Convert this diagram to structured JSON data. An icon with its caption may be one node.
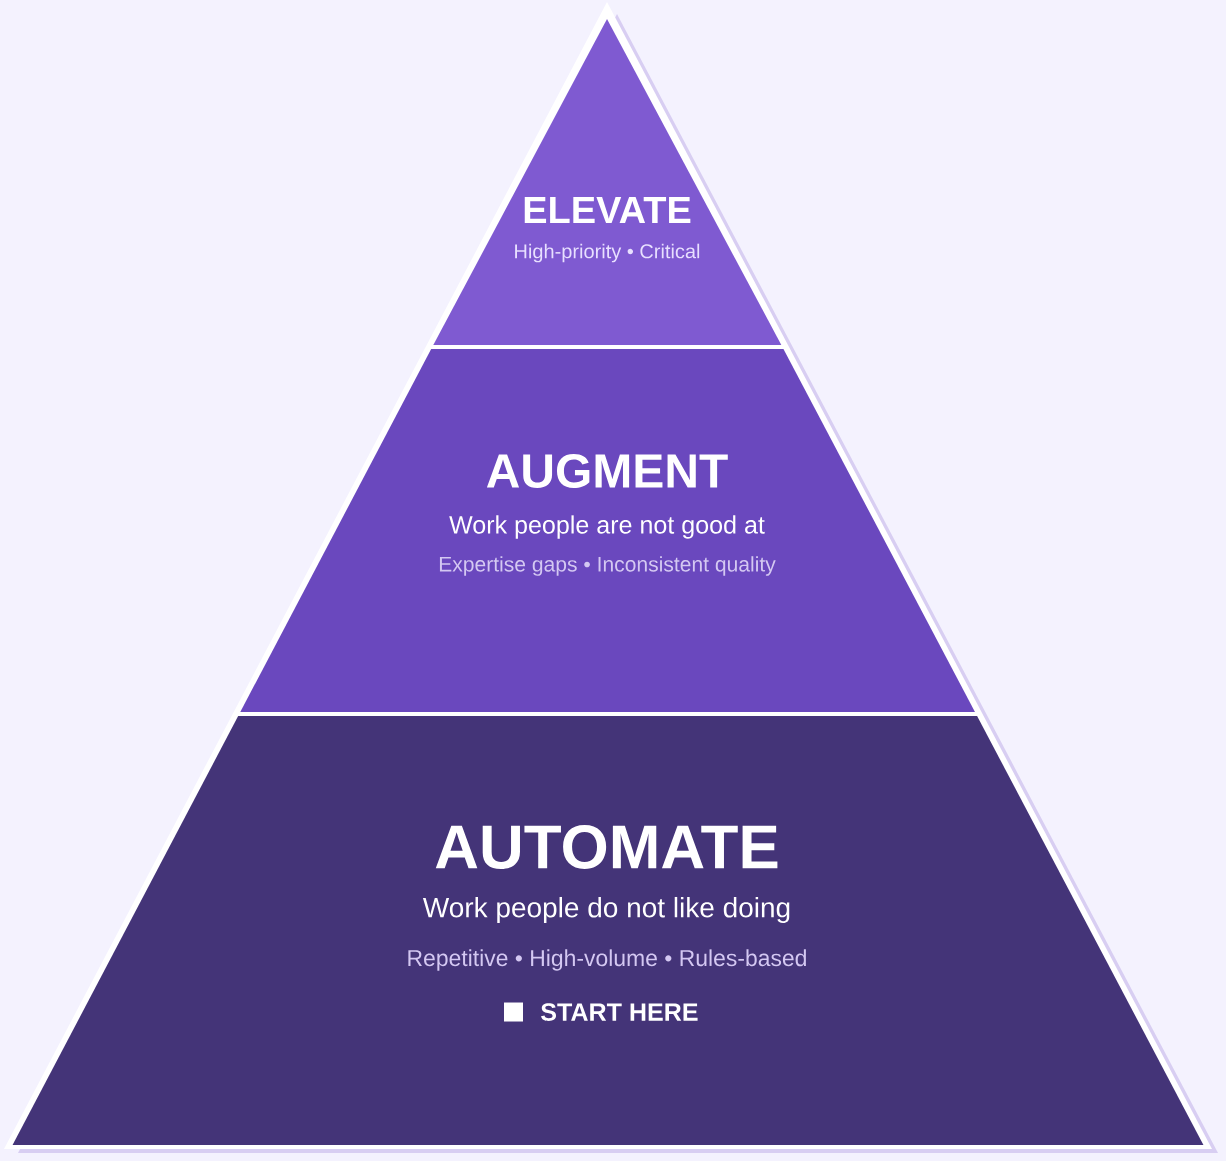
{
  "diagram": {
    "nodes": [
      {
        "text": [
          "ELEVATE",
          "High-priority • Critical"
        ]
      },
      {
        "text": [
          "AUGMENT",
          "Work people are not good at",
          "Expertise gaps • Inconsistent quality"
        ]
      },
      {
        "text": [
          "AUTOMATE",
          "Work people do not like doing",
          "Repetitive • High-volume • Rules-based",
          "START HERE"
        ]
      }
    ]
  }
}
